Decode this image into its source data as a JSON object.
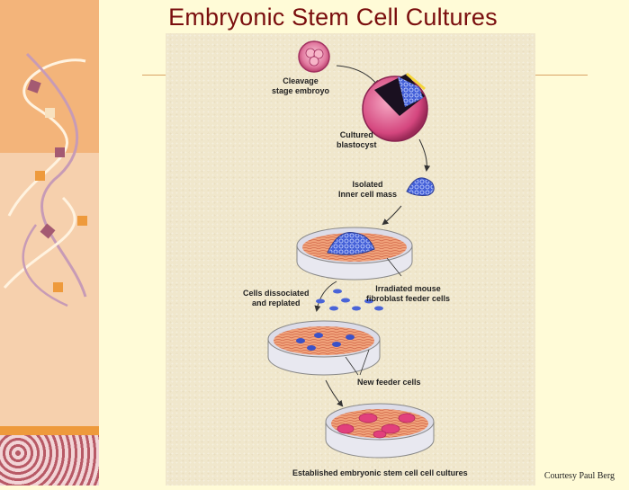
{
  "slide": {
    "title": "Embryonic Stem Cell Cultures",
    "credit": "Courtesy Paul Berg"
  },
  "labels": {
    "cleavage_line1": "Cleavage",
    "cleavage_line2": "stage embroyo",
    "blastocyst_line1": "Cultured",
    "blastocyst_line2": "blastocyst",
    "icm_line1": "Isolated",
    "icm_line2": "Inner cell mass",
    "dissociated_line1": "Cells dissociated",
    "dissociated_line2": "and replated",
    "feeder_line1": "Irradiated mouse",
    "feeder_line2": "fibroblast feeder cells",
    "new_feeder": "New feeder cells",
    "established": "Established embryonic stem cell cell cultures"
  },
  "colors": {
    "title": "#7a0e0e",
    "accent_orange": "#ee9a3c",
    "embryo_pink": "#d8568a",
    "cell_blue": "#3a52c8",
    "feeder_orange": "#e8946a",
    "colony_pink": "#e2407c"
  }
}
